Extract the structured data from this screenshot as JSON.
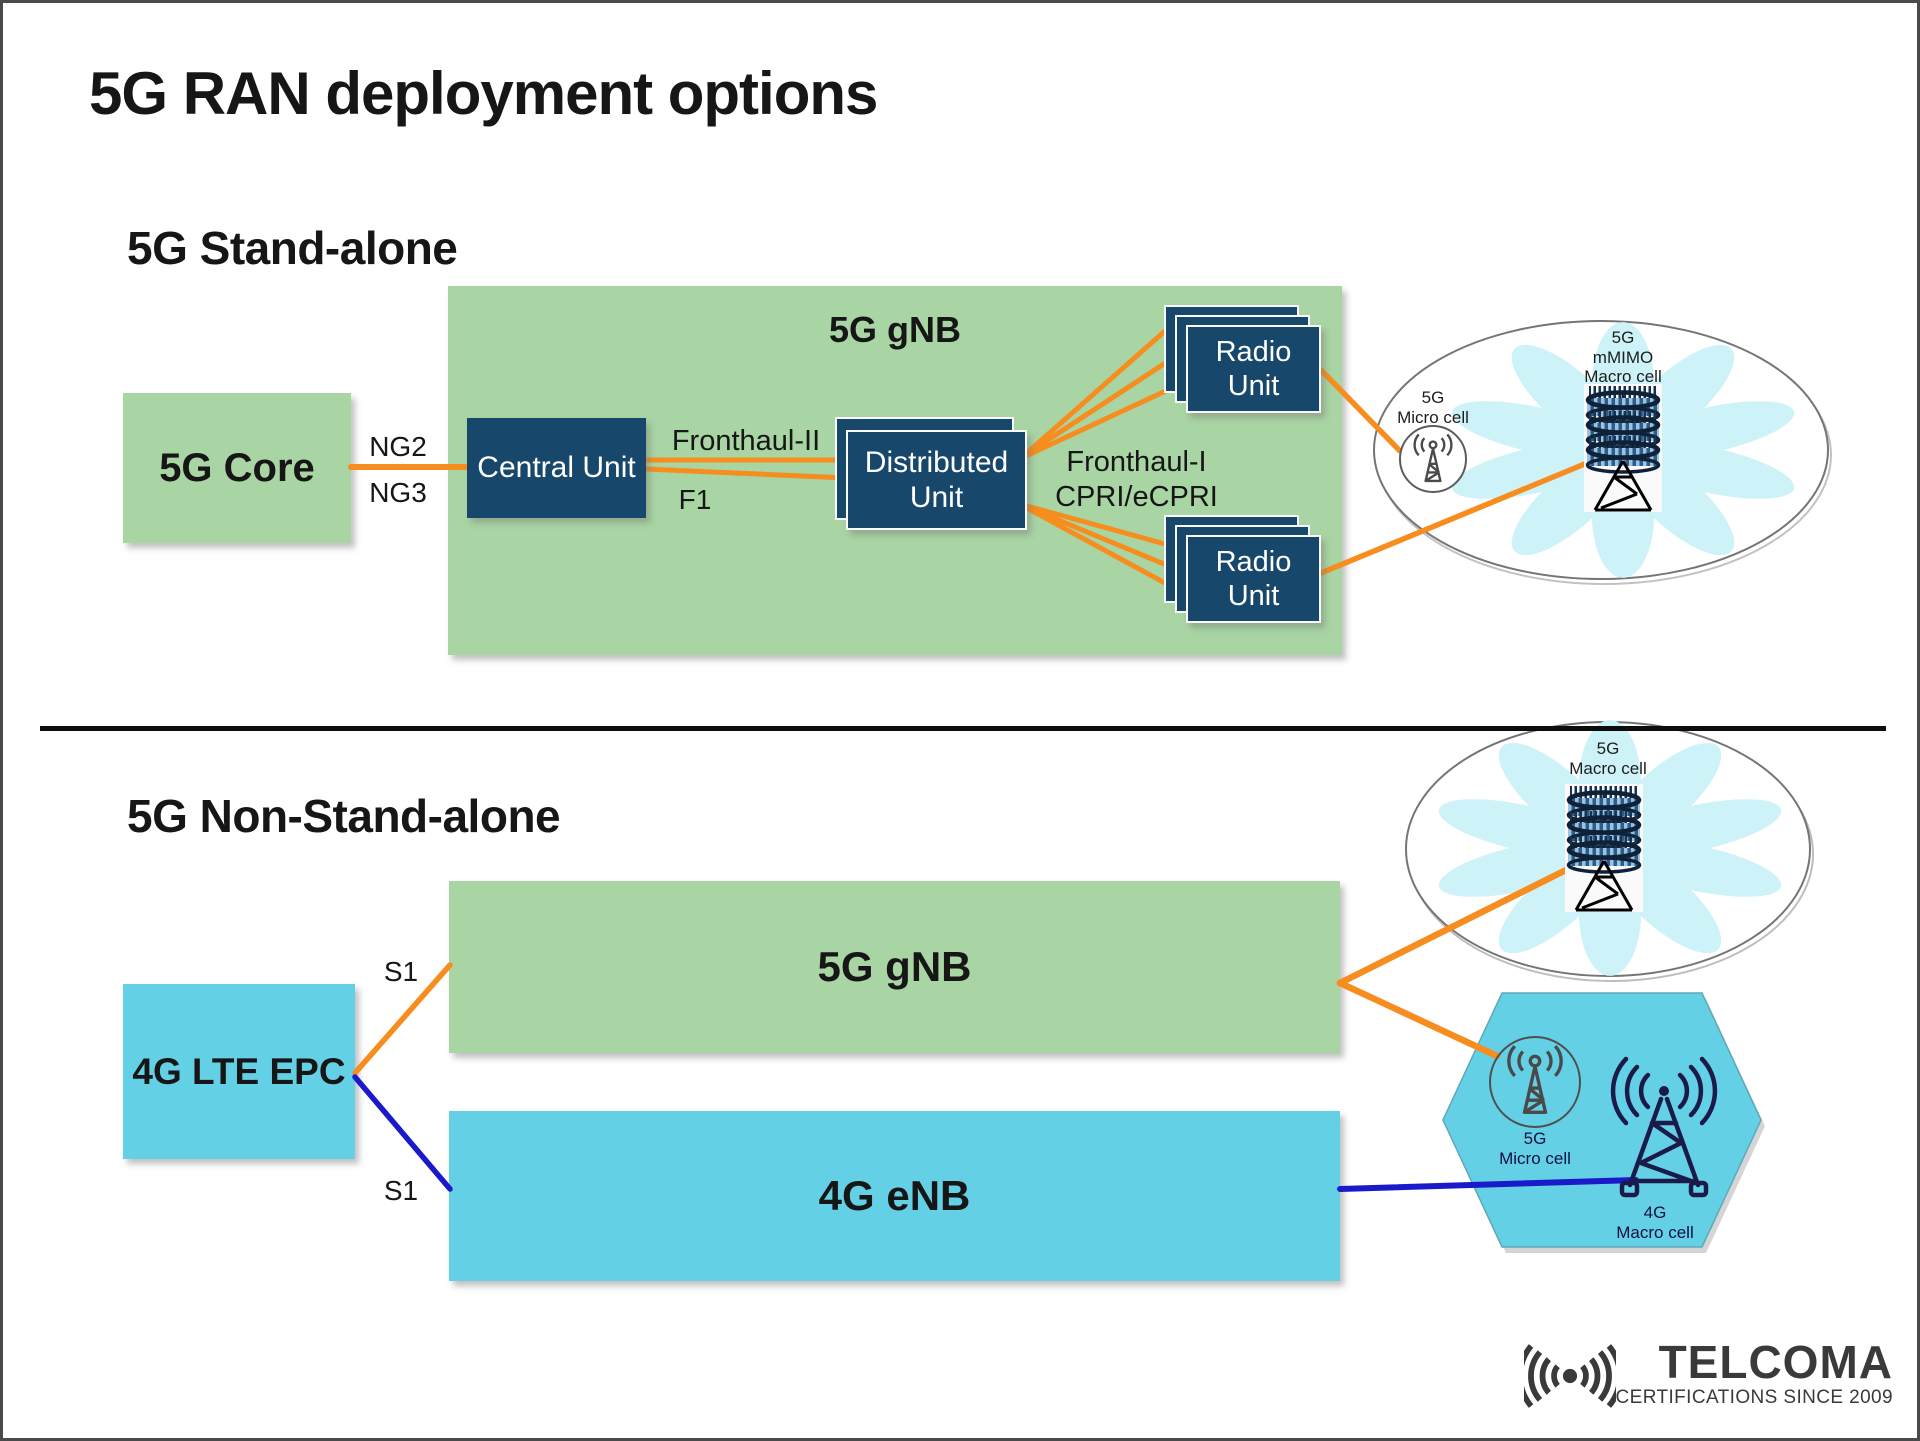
{
  "title": "5G RAN deployment options",
  "colors": {
    "green": "#a8d5a3",
    "cyan": "#63d0e6",
    "navy_box": "#17486b",
    "orange_connector": "#f78d1e",
    "blue_connector": "#1a1acb",
    "petal_cyan": "#cdf3f8",
    "logo_gray": "#3a3a3a"
  },
  "standalone": {
    "heading": "5G Stand-alone",
    "container_label": "5G gNB",
    "core": "5G Core",
    "central_unit": "Central Unit",
    "distributed_unit": "Distributed Unit",
    "radio_unit_top": "Radio Unit",
    "radio_unit_bottom": "Radio Unit",
    "labels": {
      "ng2": "NG2",
      "ng3": "NG3",
      "fronthaul2": "Fronthaul-II",
      "f1": "F1",
      "fronthaul1": "Fronthaul-I",
      "cpri": "CPRI/eCPRI"
    },
    "micro_cell": {
      "line1": "5G",
      "line2": "Micro cell"
    },
    "macro_cell": {
      "line1": "5G",
      "line2": "mMIMO",
      "line3": "Macro cell"
    }
  },
  "nonstandalone": {
    "heading": "5G Non-Stand-alone",
    "epc": "4G LTE EPC",
    "gnb_bar": "5G gNB",
    "enb_bar": "4G eNB",
    "s1_top": "S1",
    "s1_bottom": "S1",
    "macro_cell": {
      "line1": "5G",
      "line2": "Macro cell"
    },
    "hex_micro_cell": {
      "line1": "5G",
      "line2": "Micro cell"
    },
    "hex_macro_cell": {
      "line1": "4G",
      "line2": "Macro cell"
    }
  },
  "logo": {
    "name": "TELCOMA",
    "tagline": "CERTIFICATIONS SINCE 2009"
  }
}
